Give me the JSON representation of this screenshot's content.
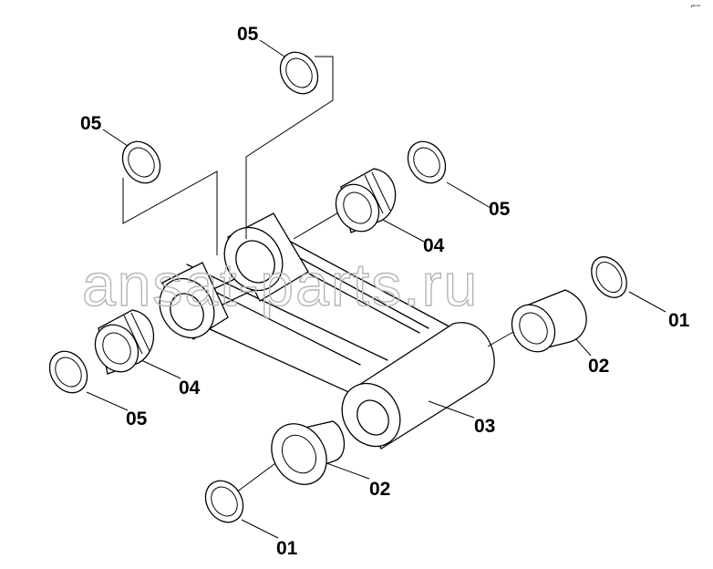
{
  "watermark": "ansat-parts.ru",
  "corner_mark": "⌐−",
  "callouts": {
    "ring_top": "05",
    "ring_left_top": "05",
    "ring_right_upper": "05",
    "bush_right_upper": "04",
    "ring_lower_right": "01",
    "flange_lower_right": "02",
    "ring_left_lower": "05",
    "bush_left_lower": "04",
    "cylinder_front": "03",
    "flange_front": "02",
    "ring_front": "01"
  }
}
